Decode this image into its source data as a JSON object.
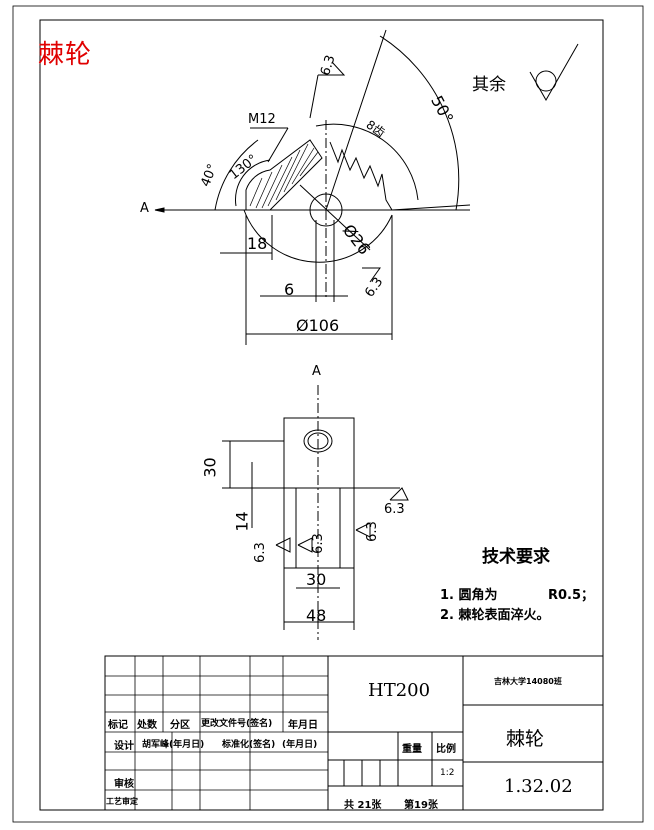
{
  "stamp": "棘轮",
  "remaining_roughness_label": "其余",
  "dims": {
    "ra_top": "6.3",
    "ang_50": "50°",
    "m12": "M12",
    "teeth": "8齿",
    "ang_40": "40°",
    "ang_130": "130°",
    "section_a_top": "A",
    "d18": "18",
    "d26": "Ø26",
    "ra_mid": "6.3",
    "d6": "6",
    "d106": "Ø106",
    "section_a_bottom": "A",
    "d30_vert": "30",
    "d14": "14",
    "ra_right": "6.3",
    "ra_side_right": "6.3",
    "ra_left": "6.3",
    "ra_center": "6.3",
    "d30_horiz": "30",
    "d48": "48"
  },
  "tech_requirements": {
    "title": "技术要求",
    "item1": "1. 圆角为",
    "item1_value": "R0.5；",
    "item2": "2. 棘轮表面淬火。"
  },
  "title_block": {
    "mark": "标记",
    "count": "处数",
    "zone": "分区",
    "change_doc": "更改文件号(签名)",
    "date": "年月日",
    "design": "设计",
    "designer": "胡军峰(年月日)",
    "standard": "标准化(签名)",
    "std_date": "(年月日)",
    "weight": "重量",
    "scale": "比例",
    "scale_value": "1:2",
    "review": "审核",
    "process": "工艺审定",
    "material": "HT200",
    "school": "吉林大学14080班",
    "part_name": "棘轮",
    "drawing_no": "1.32.02",
    "sheets_total": "共 21张",
    "sheet_no": "第19张"
  }
}
